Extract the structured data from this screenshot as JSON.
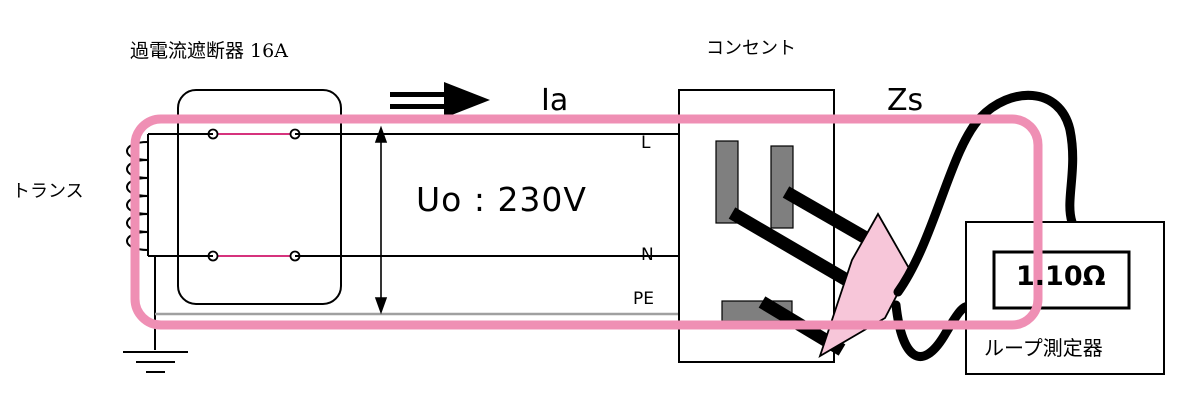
{
  "labels": {
    "breaker": "過電流遮断器 16A",
    "outlet": "コンセント",
    "transformer": "トランス",
    "current": "Ia",
    "impedance": "Zs",
    "voltage": "Uo : 230V",
    "line": "L",
    "neutral": "N",
    "protective_earth": "PE",
    "meter_reading": "1.10Ω",
    "meter_name": "ループ測定器"
  },
  "colors": {
    "loop_highlight": "#ef8fb4",
    "breaker_contacts": "#d6337d",
    "plug_fill": "#f7c6d9",
    "pins": "#7f7f7f",
    "wire": "#000000",
    "pe_wire": "#a0a0a0"
  }
}
